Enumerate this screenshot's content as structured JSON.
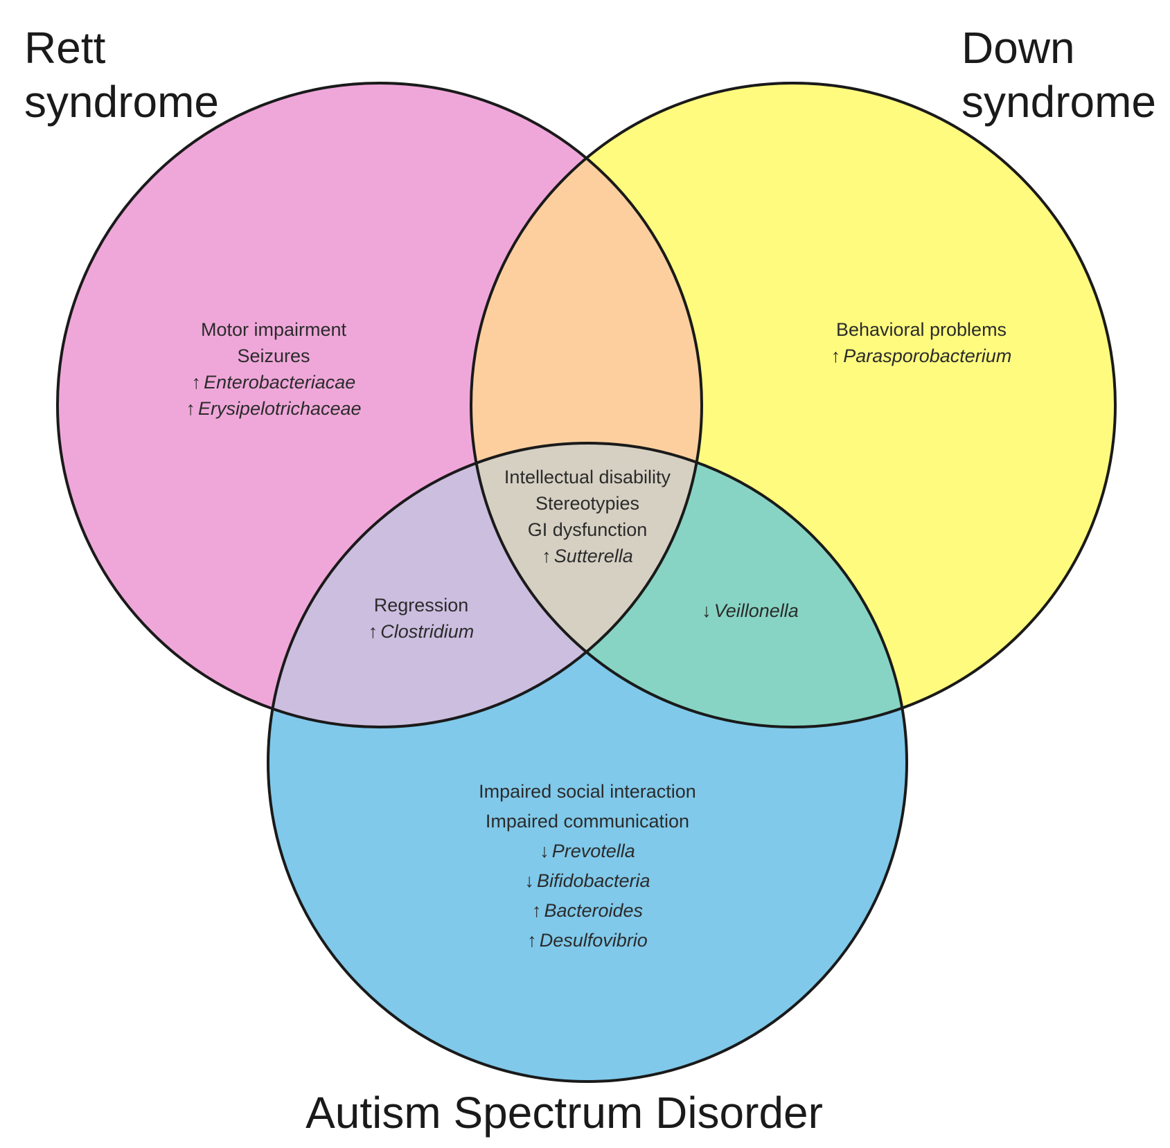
{
  "sets": {
    "rett": {
      "label_lines": [
        "Rett",
        "syndrome"
      ],
      "color": "#efa7d9"
    },
    "down": {
      "label_lines": [
        "Down",
        "syndrome"
      ],
      "color": "#fffb7e"
    },
    "asd": {
      "label_lines": [
        "Autism Spectrum Disorder"
      ],
      "color": "#80c9ea"
    }
  },
  "overlap_colors": {
    "rett_down": "#fdcf9f",
    "rett_asd": "#ccbedf",
    "down_asd": "#87d4c4",
    "all": "#d6d0c3"
  },
  "regions": {
    "rett_only": [
      {
        "text": "Motor impairment"
      },
      {
        "text": "Seizures"
      },
      {
        "arrow": "↑",
        "taxon": "Enterobacteriacae"
      },
      {
        "arrow": "↑",
        "taxon": "Erysipelotrichaceae"
      }
    ],
    "down_only": [
      {
        "text": "Behavioral problems"
      },
      {
        "arrow": "↑",
        "taxon": "Parasporobacterium"
      }
    ],
    "asd_only": [
      {
        "text": "Impaired social interaction"
      },
      {
        "text": "Impaired communication"
      },
      {
        "arrow": "↓",
        "taxon": "Prevotella"
      },
      {
        "arrow": "↓",
        "taxon": "Bifidobacteria"
      },
      {
        "arrow": "↑",
        "taxon": "Bacteroides"
      },
      {
        "arrow": "↑",
        "taxon": "Desulfovibrio"
      }
    ],
    "rett_asd": [
      {
        "text": "Regression"
      },
      {
        "arrow": "↑",
        "taxon": "Clostridium"
      }
    ],
    "down_asd": [
      {
        "arrow": "↓",
        "taxon": "Veillonella"
      }
    ],
    "all_three": [
      {
        "text": "Intellectual disability"
      },
      {
        "text": "Stereotypies"
      },
      {
        "text": "GI dysfunction"
      },
      {
        "arrow": "↑",
        "taxon": "Sutterella"
      }
    ]
  }
}
